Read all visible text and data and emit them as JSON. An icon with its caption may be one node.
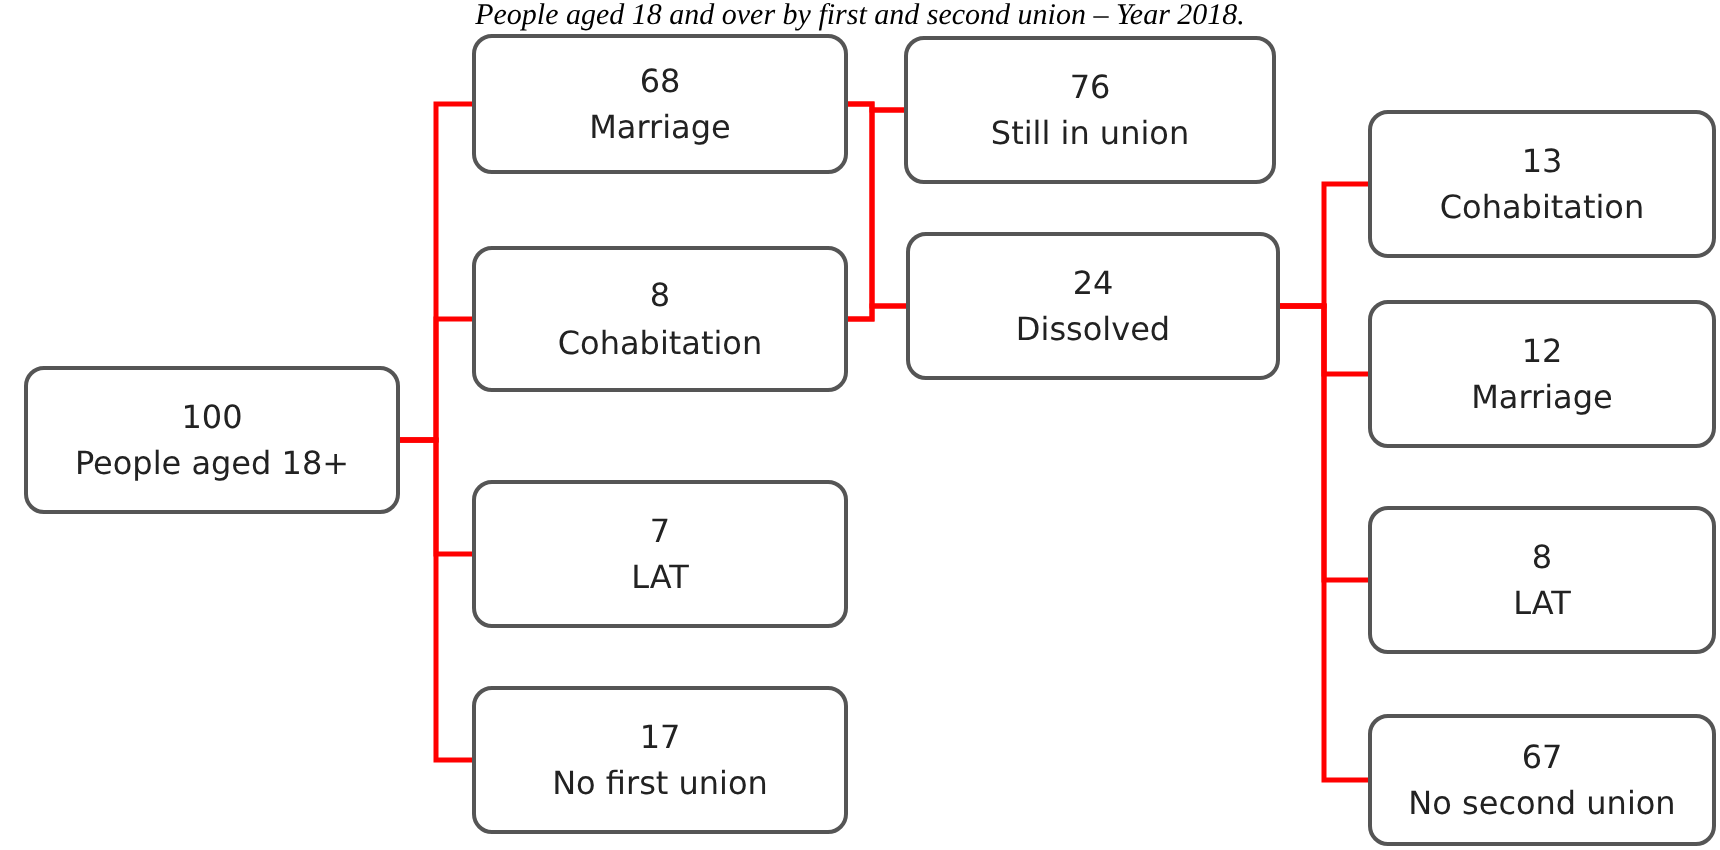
{
  "diagram": {
    "title": "People aged 18 and over by first and second union – Year 2018.",
    "nodes": [
      {
        "text": [
          "100",
          "People aged 18+"
        ]
      },
      {
        "text": [
          "68",
          "Marriage"
        ]
      },
      {
        "text": [
          "8",
          "Cohabitation"
        ]
      },
      {
        "text": [
          "7",
          "LAT"
        ]
      },
      {
        "text": [
          "17",
          "No first union"
        ]
      },
      {
        "text": [
          "76",
          "Still in union"
        ]
      },
      {
        "text": [
          "24",
          "Dissolved"
        ]
      },
      {
        "text": [
          "13",
          "Cohabitation"
        ]
      },
      {
        "text": [
          "12",
          "Marriage"
        ]
      },
      {
        "text": [
          "8",
          "LAT"
        ]
      },
      {
        "text": [
          "67",
          "No second union"
        ]
      }
    ],
    "edges": [
      {
        "from": 0,
        "to": 1,
        "arrow": "none",
        "color": "#ff0000"
      },
      {
        "from": 0,
        "to": 2,
        "arrow": "none",
        "color": "#ff0000"
      },
      {
        "from": 0,
        "to": 3,
        "arrow": "none",
        "color": "#ff0000"
      },
      {
        "from": 0,
        "to": 4,
        "arrow": "none",
        "color": "#ff0000"
      },
      {
        "from": 1,
        "to": 5,
        "arrow": "none",
        "color": "#ff0000"
      },
      {
        "from": 1,
        "to": 6,
        "arrow": "none",
        "color": "#ff0000"
      },
      {
        "from": 2,
        "to": 5,
        "arrow": "none",
        "color": "#ff0000"
      },
      {
        "from": 2,
        "to": 6,
        "arrow": "none",
        "color": "#ff0000"
      },
      {
        "from": 6,
        "to": 7,
        "arrow": "none",
        "color": "#ff0000"
      },
      {
        "from": 6,
        "to": 8,
        "arrow": "none",
        "color": "#ff0000"
      },
      {
        "from": 6,
        "to": 9,
        "arrow": "none",
        "color": "#ff0000"
      },
      {
        "from": 6,
        "to": 10,
        "arrow": "none",
        "color": "#ff0000"
      }
    ]
  }
}
